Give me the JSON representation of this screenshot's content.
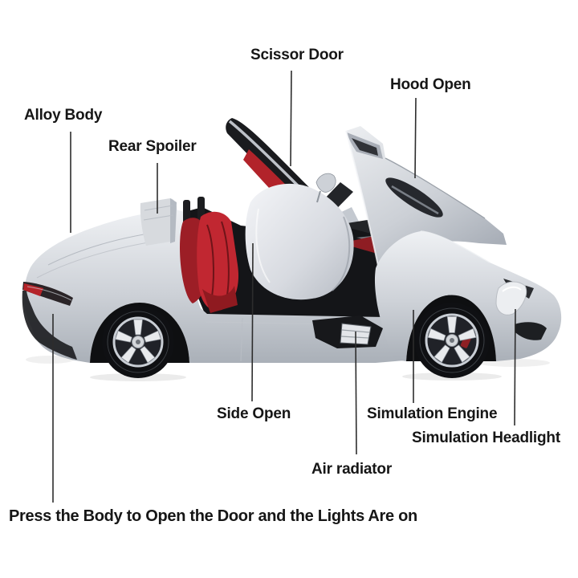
{
  "labels": {
    "scissor_door": "Scissor Door",
    "hood_open": "Hood Open",
    "alloy_body": "Alloy Body",
    "rear_spoiler": "Rear Spoiler",
    "side_open": "Side Open",
    "simulation_engine": "Simulation Engine",
    "simulation_headlight": "Simulation Headlight",
    "air_radiator": "Air radiator",
    "press_note": "Press the Body to Open the Door and the Lights Are on"
  },
  "illustration": {
    "alt": "Silver die-cast model sports car, side view facing right, with scissor door raised, side door open upward, hood open showing engine, red interior seats"
  },
  "colors": {
    "background": "#ffffff",
    "text": "#161616",
    "leader_line": "#2d2d2d",
    "body_silver": "#d2d6db",
    "body_highlight": "#eff1f4",
    "body_shadow": "#9aa1a9",
    "interior_red": "#c12731",
    "dark_parts": "#17181b"
  }
}
